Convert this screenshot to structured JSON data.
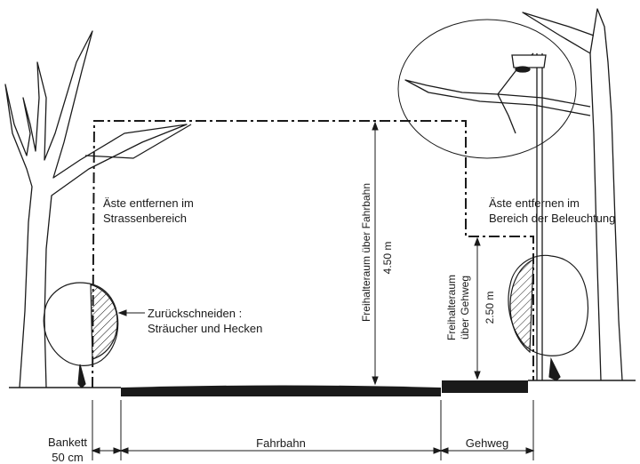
{
  "labels": {
    "branches_street_1": "Äste entfernen im",
    "branches_street_2": "Strassenbereich",
    "branches_light_1": "Äste entfernen im",
    "branches_light_2": "Bereich der Beleuchtung",
    "cut_back_1": "Zurückschneiden :",
    "cut_back_2": "Sträucher und Hecken",
    "clearance_road": "Freihalteraum über Fahrbahn",
    "clearance_road_height": "4.50 m",
    "clearance_walk_1": "Freihalteraum",
    "clearance_walk_2": "über Gehweg",
    "clearance_walk_height": "2.50 m",
    "bankett_1": "Bankett",
    "bankett_2": "50 cm",
    "fahrbahn": "Fahrbahn",
    "gehweg": "Gehweg"
  },
  "colors": {
    "ink": "#1a1a1a",
    "background": "#ffffff"
  }
}
